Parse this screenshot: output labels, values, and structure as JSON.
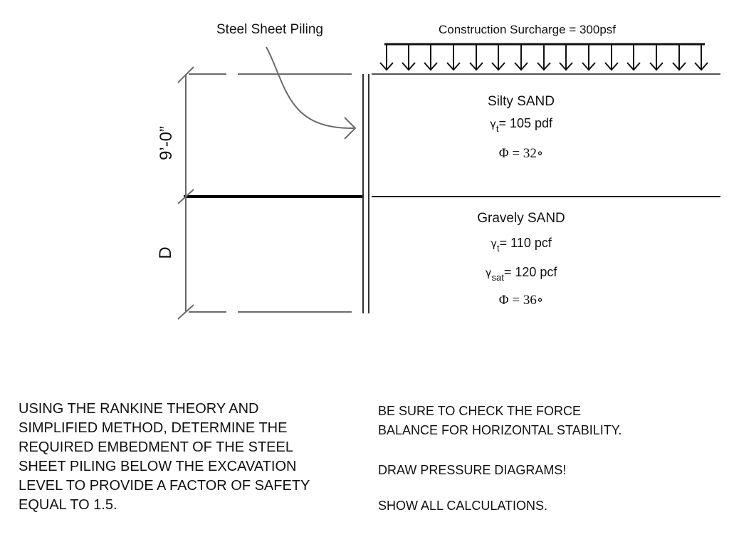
{
  "labels": {
    "sheet_piling": "Steel Sheet Piling",
    "surcharge": "Construction Surcharge = 300psf",
    "height": "9’-0”",
    "embedment": "D"
  },
  "layers": [
    {
      "name": "Silty SAND",
      "gamma_symbol": "γ",
      "gamma_t_sub": "t",
      "gamma_t_value": "= 105 pdf",
      "phi": "Φ = 32∘"
    },
    {
      "name": "Gravely SAND",
      "gamma_symbol": "γ",
      "gamma_t_sub": "t",
      "gamma_t_value": "= 110 pcf",
      "gamma_sat_sub": "sat",
      "gamma_sat_value": "= 120 pcf",
      "phi": "Φ = 36∘"
    }
  ],
  "instructions": {
    "main": "USING THE RANKINE THEORY AND SIMPLIFIED METHOD, DETERMINE THE REQUIRED EMBEDMENT OF THE STEEL SHEET PILING BELOW THE EXCAVATION LEVEL TO PROVIDE A FACTOR OF SAFETY EQUAL TO 1.5.",
    "note1_line1": "BE SURE TO CHECK THE FORCE",
    "note1_line2": "BALANCE FOR HORIZONTAL STABILITY.",
    "note2": "DRAW PRESSURE DIAGRAMS!",
    "note3": "SHOW ALL CALCULATIONS."
  },
  "colors": {
    "line": "#2a2a2a",
    "grey": "#6b6b6b",
    "thick": "#000000"
  }
}
